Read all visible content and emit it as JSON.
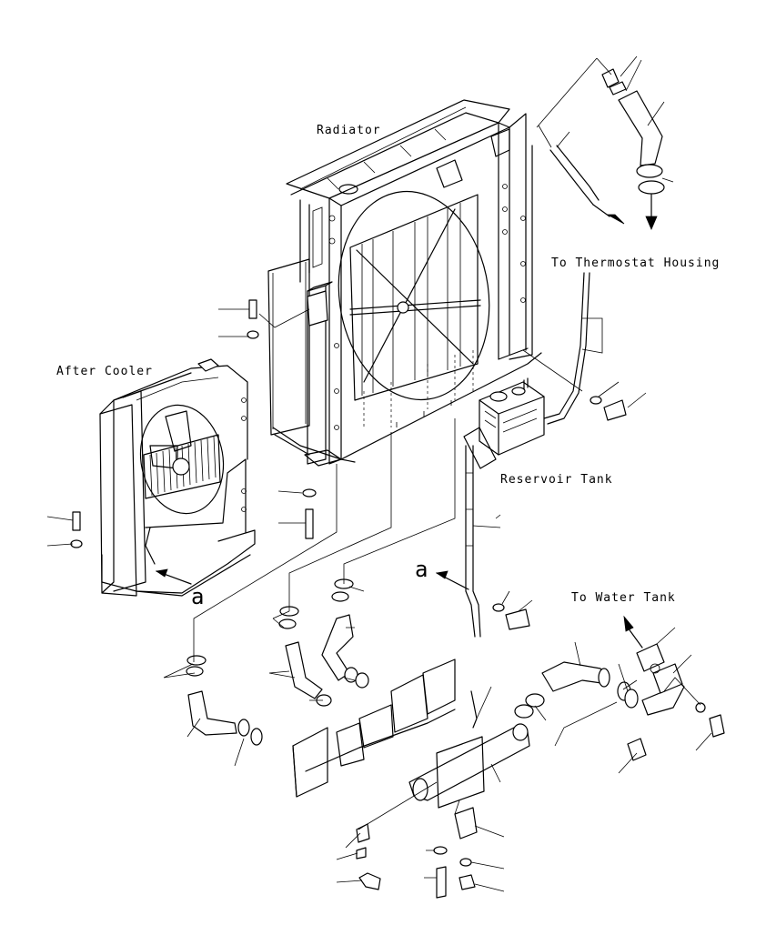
{
  "labels": {
    "radiator": "Radiator",
    "to_thermostat_housing": "To Thermostat Housing",
    "after_cooler": "After Cooler",
    "reservoir_tank": "Reservoir Tank",
    "to_water_tank": "To Water Tank",
    "ref_a_left": "a",
    "ref_a_right": "a"
  }
}
